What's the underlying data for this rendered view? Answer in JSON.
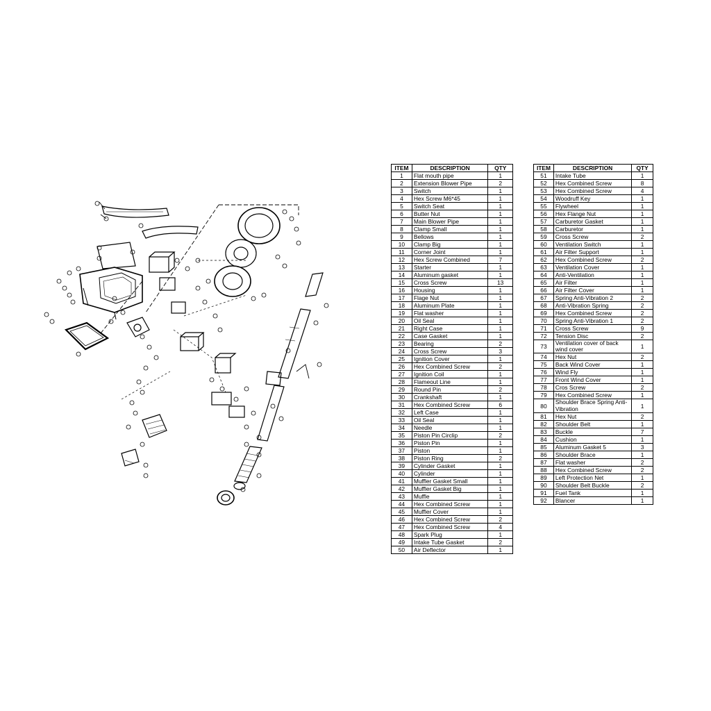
{
  "headers": {
    "item": "ITEM",
    "description": "DESCRIPTION",
    "qty": "QTY"
  },
  "parts_left": [
    {
      "item": "1",
      "desc": "Flat mouth pipe",
      "qty": "1"
    },
    {
      "item": "2",
      "desc": "Extension Blower Pipe",
      "qty": "2"
    },
    {
      "item": "3",
      "desc": "Switch",
      "qty": "1"
    },
    {
      "item": "4",
      "desc": "Hex Screw M6*45",
      "qty": "1"
    },
    {
      "item": "5",
      "desc": "Switch Seat",
      "qty": "1"
    },
    {
      "item": "6",
      "desc": "Butter Nut",
      "qty": "1"
    },
    {
      "item": "7",
      "desc": "Main Blower Pipe",
      "qty": "1"
    },
    {
      "item": "8",
      "desc": "Clamp Small",
      "qty": "1"
    },
    {
      "item": "9",
      "desc": "Bellows",
      "qty": "1"
    },
    {
      "item": "10",
      "desc": "Clamp Big",
      "qty": "1"
    },
    {
      "item": "11",
      "desc": "Corner Joint",
      "qty": "1"
    },
    {
      "item": "12",
      "desc": "Hex Screw Combined",
      "qty": "7"
    },
    {
      "item": "13",
      "desc": "Starter",
      "qty": "1"
    },
    {
      "item": "14",
      "desc": "Aluminum gasket",
      "qty": "1"
    },
    {
      "item": "15",
      "desc": "Cross Screw",
      "qty": "13"
    },
    {
      "item": "16",
      "desc": "Housing",
      "qty": "1"
    },
    {
      "item": "17",
      "desc": "Flage Nut",
      "qty": "1"
    },
    {
      "item": "18",
      "desc": "Aluminum Plate",
      "qty": "1"
    },
    {
      "item": "19",
      "desc": "Flat washer",
      "qty": "1"
    },
    {
      "item": "20",
      "desc": "Oil Seal",
      "qty": "1"
    },
    {
      "item": "21",
      "desc": "Right Case",
      "qty": "1"
    },
    {
      "item": "22",
      "desc": "Case Gasket",
      "qty": "1"
    },
    {
      "item": "23",
      "desc": "Bearing",
      "qty": "2"
    },
    {
      "item": "24",
      "desc": "Cross Screw",
      "qty": "3"
    },
    {
      "item": "25",
      "desc": "Ignition Cover",
      "qty": "1"
    },
    {
      "item": "26",
      "desc": "Hex Combined Screw",
      "qty": "2"
    },
    {
      "item": "27",
      "desc": "Ignition Coil",
      "qty": "1"
    },
    {
      "item": "28",
      "desc": "Flameout Line",
      "qty": "1"
    },
    {
      "item": "29",
      "desc": "Round Pin",
      "qty": "2"
    },
    {
      "item": "30",
      "desc": "Crankshaft",
      "qty": "1"
    },
    {
      "item": "31",
      "desc": "Hex Combined Screw",
      "qty": "6"
    },
    {
      "item": "32",
      "desc": "Left Case",
      "qty": "1"
    },
    {
      "item": "33",
      "desc": "Oil Seal",
      "qty": "1"
    },
    {
      "item": "34",
      "desc": "Needle",
      "qty": "1"
    },
    {
      "item": "35",
      "desc": "Piston Pin Circlip",
      "qty": "2"
    },
    {
      "item": "36",
      "desc": "Piston Pin",
      "qty": "1"
    },
    {
      "item": "37",
      "desc": "Piston",
      "qty": "1"
    },
    {
      "item": "38",
      "desc": "Piston Ring",
      "qty": "2"
    },
    {
      "item": "39",
      "desc": "Cylinder Gasket",
      "qty": "1"
    },
    {
      "item": "40",
      "desc": "Cylinder",
      "qty": "1"
    },
    {
      "item": "41",
      "desc": "Muffler Gasket Small",
      "qty": "1"
    },
    {
      "item": "42",
      "desc": "Muffler Gasket Big",
      "qty": "1"
    },
    {
      "item": "43",
      "desc": "Muffle",
      "qty": "1"
    },
    {
      "item": "44",
      "desc": "Hex Combined Screw",
      "qty": "1"
    },
    {
      "item": "45",
      "desc": "Muffler Cover",
      "qty": "1"
    },
    {
      "item": "46",
      "desc": "Hex Combined Screw",
      "qty": "2"
    },
    {
      "item": "47",
      "desc": "Hex Combined Screw",
      "qty": "4"
    },
    {
      "item": "48",
      "desc": "Spark Plug",
      "qty": "1"
    },
    {
      "item": "49",
      "desc": "Intake Tube Gasket",
      "qty": "2"
    },
    {
      "item": "50",
      "desc": "Air Deflector",
      "qty": "1"
    }
  ],
  "parts_right": [
    {
      "item": "51",
      "desc": "Intake Tube",
      "qty": "1"
    },
    {
      "item": "52",
      "desc": "Hex Combined Screw",
      "qty": "8"
    },
    {
      "item": "53",
      "desc": "Hex Combined Screw",
      "qty": "4"
    },
    {
      "item": "54",
      "desc": "Woodruff Key",
      "qty": "1"
    },
    {
      "item": "55",
      "desc": "Flywheel",
      "qty": "1"
    },
    {
      "item": "56",
      "desc": "Hex Flange Nut",
      "qty": "1"
    },
    {
      "item": "57",
      "desc": "Carburetor Gasket",
      "qty": "1"
    },
    {
      "item": "58",
      "desc": "Carburetor",
      "qty": "1"
    },
    {
      "item": "59",
      "desc": "Cross Screw",
      "qty": "2"
    },
    {
      "item": "60",
      "desc": "Ventilation Switch",
      "qty": "1"
    },
    {
      "item": "61",
      "desc": "Air Filter Support",
      "qty": "1"
    },
    {
      "item": "62",
      "desc": "Hex Combined Screw",
      "qty": "2"
    },
    {
      "item": "63",
      "desc": "Ventilation Cover",
      "qty": "1"
    },
    {
      "item": "64",
      "desc": "Anti-Ventilation",
      "qty": "1"
    },
    {
      "item": "65",
      "desc": "Air Filter",
      "qty": "1"
    },
    {
      "item": "66",
      "desc": "Air Filter Cover",
      "qty": "1"
    },
    {
      "item": "67",
      "desc": "Spring Anti-Vibration 2",
      "qty": "2"
    },
    {
      "item": "68",
      "desc": "Anti-Vibration Spring",
      "qty": "2"
    },
    {
      "item": "69",
      "desc": "Hex Combined Screw",
      "qty": "2"
    },
    {
      "item": "70",
      "desc": "Spring Anti-Vibration 1",
      "qty": "2"
    },
    {
      "item": "71",
      "desc": "Cross Screw",
      "qty": "9"
    },
    {
      "item": "72",
      "desc": "Tension Disc",
      "qty": "2"
    },
    {
      "item": "73",
      "desc": "Ventilation cover of back wind cover",
      "qty": "1",
      "wrap": true
    },
    {
      "item": "74",
      "desc": "Hex Nut",
      "qty": "2"
    },
    {
      "item": "75",
      "desc": "Back Wind Cover",
      "qty": "1"
    },
    {
      "item": "76",
      "desc": "Wind Fly",
      "qty": "1"
    },
    {
      "item": "77",
      "desc": "Front Wind Cover",
      "qty": "1"
    },
    {
      "item": "78",
      "desc": "Cros Screw",
      "qty": "2"
    },
    {
      "item": "79",
      "desc": "Hex Combined Screw",
      "qty": "1"
    },
    {
      "item": "80",
      "desc": "Shoulder Brace Spring Anti-Vibration",
      "qty": "1",
      "wrap": true
    },
    {
      "item": "81",
      "desc": "Hex Nut",
      "qty": "2"
    },
    {
      "item": "82",
      "desc": "Shoulder Belt",
      "qty": "1"
    },
    {
      "item": "83",
      "desc": "Buckle",
      "qty": "7"
    },
    {
      "item": "84",
      "desc": "Cushion",
      "qty": "1"
    },
    {
      "item": "85",
      "desc": "Aluminum Gasket 5",
      "qty": "3"
    },
    {
      "item": "86",
      "desc": "Shoulder Brace",
      "qty": "1"
    },
    {
      "item": "87",
      "desc": "Flat washer",
      "qty": "2"
    },
    {
      "item": "88",
      "desc": "Hex Combined Screw",
      "qty": "2"
    },
    {
      "item": "89",
      "desc": "Left Protection Net",
      "qty": "1"
    },
    {
      "item": "90",
      "desc": "Shoulder Belt Buckle",
      "qty": "2"
    },
    {
      "item": "91",
      "desc": "Fuel Tank",
      "qty": "1"
    },
    {
      "item": "92",
      "desc": "Blancer",
      "qty": "1"
    }
  ]
}
